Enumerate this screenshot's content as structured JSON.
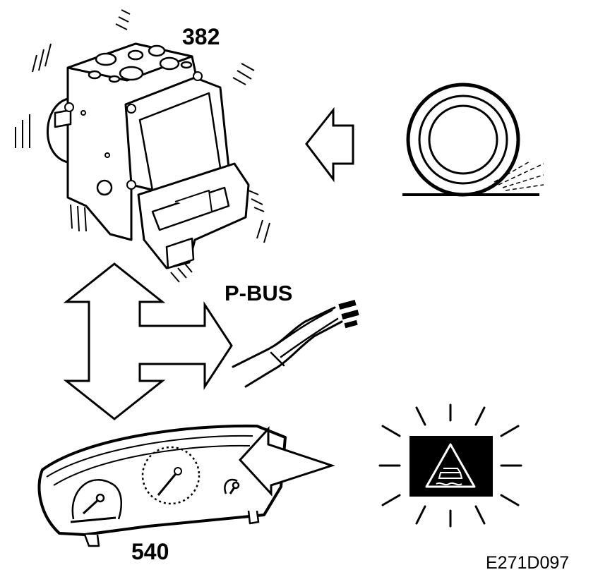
{
  "labels": {
    "abs_unit_number": "382",
    "bus_name": "P-BUS",
    "instrument_cluster_number": "540",
    "figure_code": "E271D097"
  },
  "colors": {
    "line": "#000000",
    "background": "#ffffff",
    "warning_lamp_fill": "#000000"
  },
  "icons": {
    "warning_lamp": "traction-control-warning-icon",
    "wheel": "wheel-icon",
    "connector": "bus-connector-icon"
  }
}
